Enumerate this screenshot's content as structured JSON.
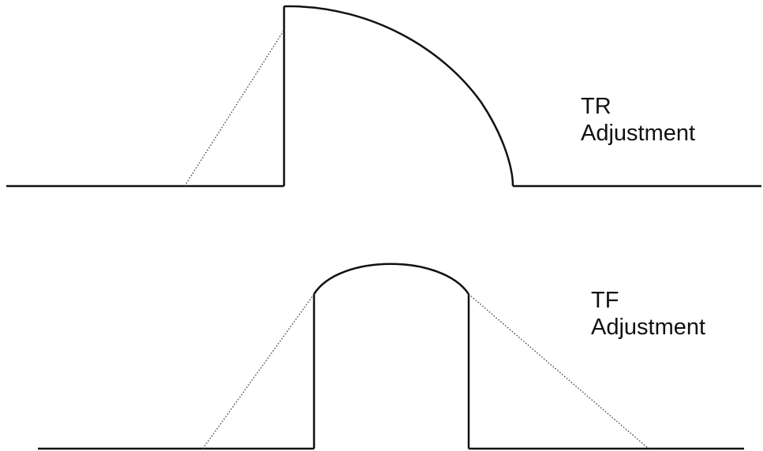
{
  "labels": {
    "tr": {
      "line1": "TR",
      "line2": "Adjustment"
    },
    "tf": {
      "line1": "TF",
      "line2": "Adjustment"
    }
  }
}
